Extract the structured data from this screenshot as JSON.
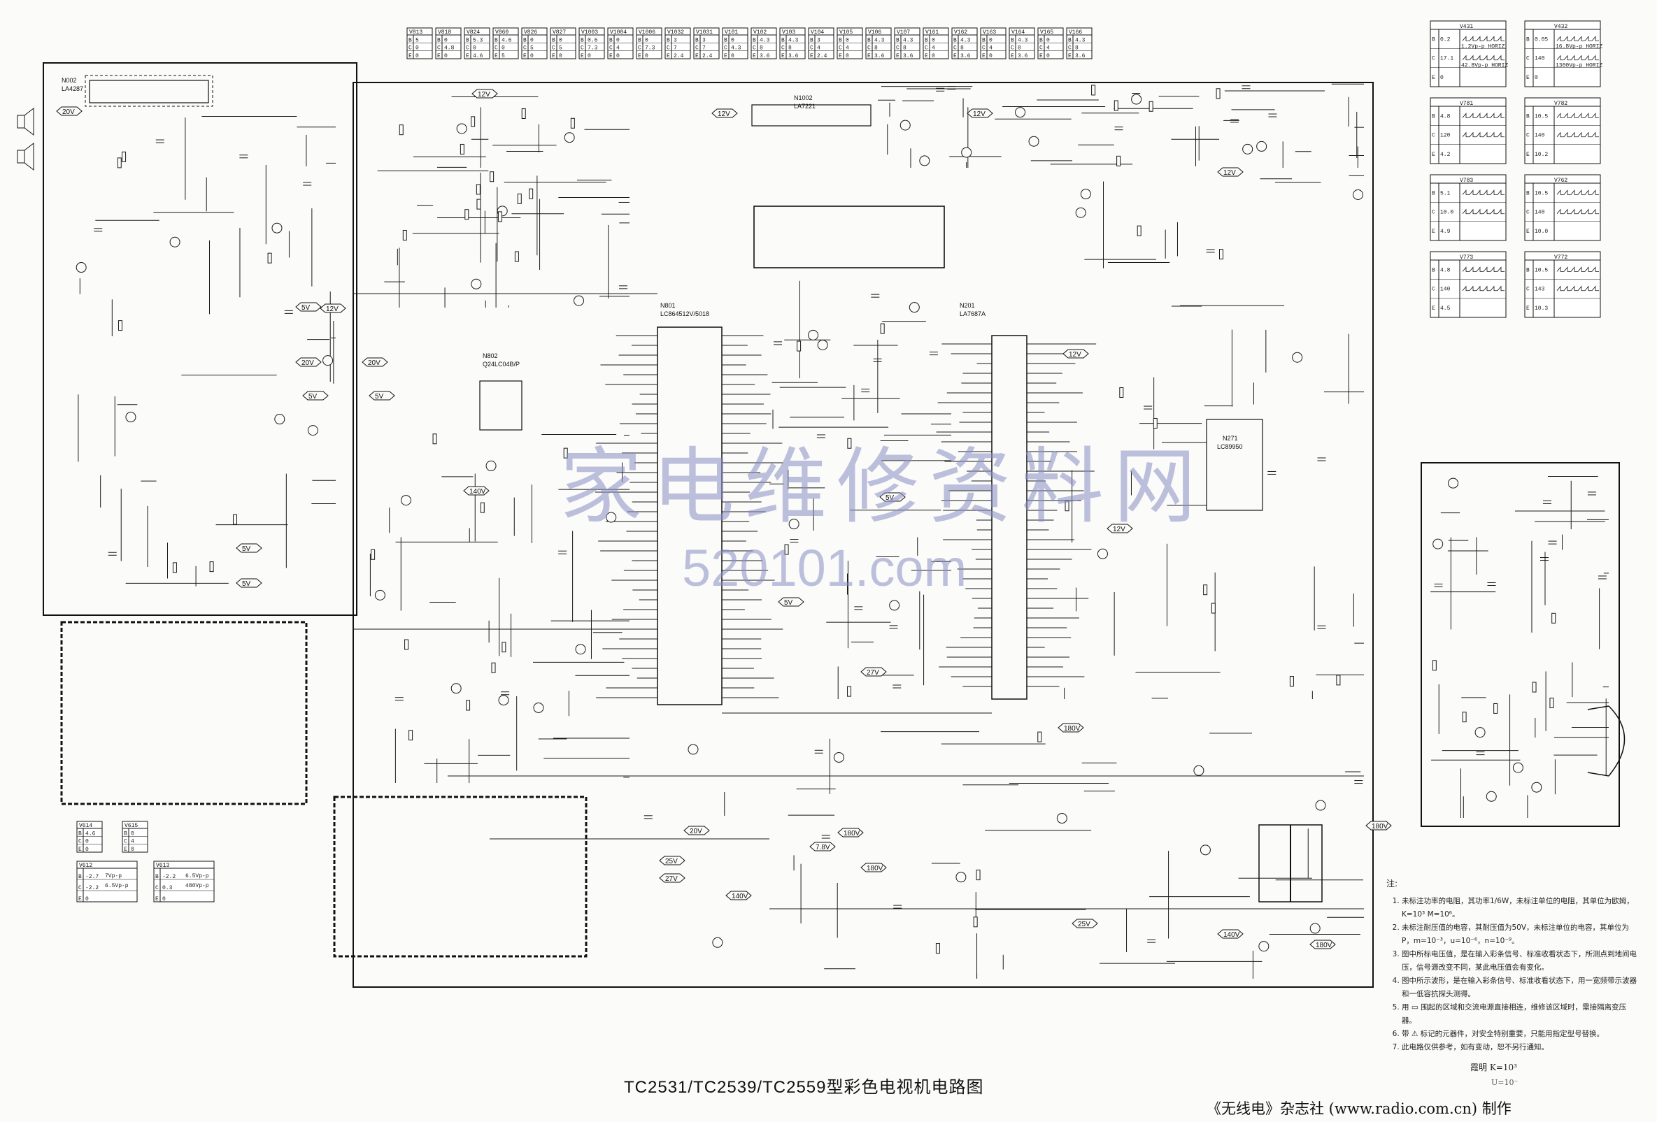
{
  "title": "TC2531/TC2539/TC2559型彩色电视机电路图",
  "credit": "《无线电》杂志社 (www.radio.com.cn) 制作",
  "watermark": {
    "cn": "家电维修资料网",
    "url": "520101.com"
  },
  "chips": [
    {
      "id": "N002",
      "part": "LA4287"
    },
    {
      "id": "N1002",
      "part": "LA7221"
    },
    {
      "id": "N801",
      "part": "LC864512V/5018"
    },
    {
      "id": "N802",
      "part": "Q24LC04B/P"
    },
    {
      "id": "N201",
      "part": "LA7687A"
    },
    {
      "id": "N271",
      "part": "LC89950"
    }
  ],
  "rails": [
    "20V",
    "12V",
    "12V",
    "12V",
    "12V",
    "12V",
    "12V",
    "5V",
    "5V",
    "5V",
    "5V",
    "5V",
    "20V",
    "20V",
    "140V",
    "12V",
    "5V",
    "20V",
    "25V",
    "27V",
    "140V",
    "7.8V",
    "180V",
    "180V",
    "25V",
    "140V",
    "180V",
    "180V",
    "180V",
    "27V",
    "5V"
  ],
  "top_tables": [
    {
      "ref": "V813",
      "rows": [
        [
          "B",
          "5"
        ],
        [
          "C",
          "0"
        ],
        [
          "E",
          "0"
        ]
      ]
    },
    {
      "ref": "V818",
      "rows": [
        [
          "B",
          "0"
        ],
        [
          "C",
          "4.8"
        ],
        [
          "E",
          "0"
        ]
      ]
    },
    {
      "ref": "V824",
      "rows": [
        [
          "B",
          "5.3"
        ],
        [
          "C",
          "0"
        ],
        [
          "E",
          "4.6"
        ]
      ]
    },
    {
      "ref": "V860",
      "rows": [
        [
          "B",
          "4.6"
        ],
        [
          "C",
          "0"
        ],
        [
          "E",
          "5"
        ]
      ]
    },
    {
      "ref": "V826",
      "rows": [
        [
          "B",
          "0"
        ],
        [
          "C",
          "5"
        ],
        [
          "E",
          "0"
        ]
      ]
    },
    {
      "ref": "V827",
      "rows": [
        [
          "B",
          "0"
        ],
        [
          "C",
          "5"
        ],
        [
          "E",
          "0"
        ]
      ]
    },
    {
      "ref": "V1003",
      "rows": [
        [
          "B",
          "0.6"
        ],
        [
          "C",
          "7.3"
        ],
        [
          "E",
          "0"
        ]
      ]
    },
    {
      "ref": "V1004",
      "rows": [
        [
          "B",
          "0"
        ],
        [
          "C",
          "4"
        ],
        [
          "E",
          "0"
        ]
      ]
    },
    {
      "ref": "V1006",
      "rows": [
        [
          "B",
          "0"
        ],
        [
          "C",
          "7.3"
        ],
        [
          "E",
          "0"
        ]
      ]
    },
    {
      "ref": "V1032",
      "rows": [
        [
          "B",
          "3"
        ],
        [
          "C",
          "7"
        ],
        [
          "E",
          "2.4"
        ]
      ]
    },
    {
      "ref": "V1031",
      "rows": [
        [
          "B",
          "3"
        ],
        [
          "C",
          "7"
        ],
        [
          "E",
          "2.4"
        ]
      ]
    },
    {
      "ref": "V101",
      "rows": [
        [
          "B",
          "0"
        ],
        [
          "C",
          "4.3"
        ],
        [
          "E",
          "0"
        ]
      ]
    },
    {
      "ref": "V102",
      "rows": [
        [
          "B",
          "4.3"
        ],
        [
          "C",
          "8"
        ],
        [
          "E",
          "3.6"
        ]
      ]
    },
    {
      "ref": "V103",
      "rows": [
        [
          "B",
          "4.3"
        ],
        [
          "C",
          "8"
        ],
        [
          "E",
          "3.6"
        ]
      ]
    },
    {
      "ref": "V104",
      "rows": [
        [
          "B",
          "3"
        ],
        [
          "C",
          "4"
        ],
        [
          "E",
          "2.4"
        ]
      ]
    },
    {
      "ref": "V105",
      "rows": [
        [
          "B",
          "0"
        ],
        [
          "C",
          "4"
        ],
        [
          "E",
          "0"
        ]
      ]
    },
    {
      "ref": "V106",
      "rows": [
        [
          "B",
          "4.3"
        ],
        [
          "C",
          "8"
        ],
        [
          "E",
          "3.6"
        ]
      ]
    },
    {
      "ref": "V107",
      "rows": [
        [
          "B",
          "4.3"
        ],
        [
          "C",
          "8"
        ],
        [
          "E",
          "3.6"
        ]
      ]
    },
    {
      "ref": "V161",
      "rows": [
        [
          "B",
          "0"
        ],
        [
          "C",
          "4"
        ],
        [
          "E",
          "0"
        ]
      ]
    },
    {
      "ref": "V162",
      "rows": [
        [
          "B",
          "4.3"
        ],
        [
          "C",
          "8"
        ],
        [
          "E",
          "3.6"
        ]
      ]
    },
    {
      "ref": "V163",
      "rows": [
        [
          "B",
          "0"
        ],
        [
          "C",
          "4"
        ],
        [
          "E",
          "0"
        ]
      ]
    },
    {
      "ref": "V164",
      "rows": [
        [
          "B",
          "4.3"
        ],
        [
          "C",
          "8"
        ],
        [
          "E",
          "3.6"
        ]
      ]
    },
    {
      "ref": "V165",
      "rows": [
        [
          "B",
          "0"
        ],
        [
          "C",
          "4"
        ],
        [
          "E",
          "0"
        ]
      ]
    },
    {
      "ref": "V166",
      "rows": [
        [
          "B",
          "4.3"
        ],
        [
          "C",
          "8"
        ],
        [
          "E",
          "3.6"
        ]
      ]
    }
  ],
  "waveform_tables": [
    {
      "ref": "V431",
      "rows": [
        [
          "B",
          "0.2",
          "1.2Vp-p HORIZ"
        ],
        [
          "C",
          "17.1",
          "42.8Vp-p HORIZ"
        ],
        [
          "E",
          "0",
          ""
        ]
      ]
    },
    {
      "ref": "V432",
      "rows": [
        [
          "B",
          "0.05",
          "16.8Vp-p HORIZ"
        ],
        [
          "C",
          "140",
          "1300Vp-p HORIZ"
        ],
        [
          "E",
          "0",
          ""
        ]
      ]
    },
    {
      "ref": "V781",
      "rows": [
        [
          "B",
          "4.8",
          ""
        ],
        [
          "C",
          "120",
          ""
        ],
        [
          "E",
          "4.2",
          ""
        ]
      ]
    },
    {
      "ref": "V782",
      "rows": [
        [
          "B",
          "10.5",
          ""
        ],
        [
          "C",
          "140",
          ""
        ],
        [
          "E",
          "10.2",
          ""
        ]
      ]
    },
    {
      "ref": "V783",
      "rows": [
        [
          "B",
          "5.1",
          ""
        ],
        [
          "C",
          "10.0",
          ""
        ],
        [
          "E",
          "4.9",
          ""
        ]
      ]
    },
    {
      "ref": "V762",
      "rows": [
        [
          "B",
          "10.5",
          ""
        ],
        [
          "C",
          "140",
          ""
        ],
        [
          "E",
          "10.0",
          ""
        ]
      ]
    },
    {
      "ref": "V773",
      "rows": [
        [
          "B",
          "4.8",
          ""
        ],
        [
          "C",
          "140",
          ""
        ],
        [
          "E",
          "4.5",
          ""
        ]
      ]
    },
    {
      "ref": "V772",
      "rows": [
        [
          "B",
          "10.5",
          ""
        ],
        [
          "C",
          "143",
          ""
        ],
        [
          "E",
          "10.3",
          ""
        ]
      ]
    }
  ],
  "bottom_tables": [
    {
      "ref": "V614",
      "rows": [
        [
          "B",
          "4.6"
        ],
        [
          "C",
          "0"
        ],
        [
          "E",
          "0"
        ]
      ]
    },
    {
      "ref": "V615",
      "rows": [
        [
          "B",
          "0"
        ],
        [
          "C",
          "4"
        ],
        [
          "E",
          "0"
        ]
      ]
    },
    {
      "ref": "V612",
      "rows": [
        [
          "B",
          "-2.7"
        ],
        [
          "C",
          "-2.2"
        ],
        [
          "E",
          "0"
        ]
      ]
    },
    {
      "ref": "V613",
      "rows": [
        [
          "B",
          "-2.2"
        ],
        [
          "C",
          "0.3"
        ],
        [
          "E",
          "0"
        ]
      ]
    }
  ],
  "wave_labels": [
    "7Vp-p",
    "6.5Vp-p",
    "6.5Vp-p",
    "480Vp-p"
  ],
  "notes": {
    "heading": "注:",
    "items": [
      "未标注功率的电阻，其功率1/6W，未标注单位的电阻，其单位为欧姆，K=10³ M=10⁶。",
      "未标注耐压值的电容，其耐压值为50V，未标注单位的电容，其单位为P，m=10⁻³，u=10⁻⁶，n=10⁻⁹。",
      "图中所标电压值，是在输入彩条信号、标准收看状态下，所测点到地间电压，信号源改变不同，某此电压值会有变化。",
      "图中所示波形，是在输入彩条信号、标准收看状态下，用一宽频带示波器和一低容抗探头测得。",
      "用 ▭ 围起的区域和交流电源直接相连，维修该区域时，需接隔离变压器。",
      "带 ⚠ 标记的元器件，对安全特别重要，只能用指定型号替换。",
      "此电路仅供参考，如有变动，恕不另行通知。"
    ],
    "sig": "霞明  K=10³",
    "sig2": "U=10⁻"
  }
}
